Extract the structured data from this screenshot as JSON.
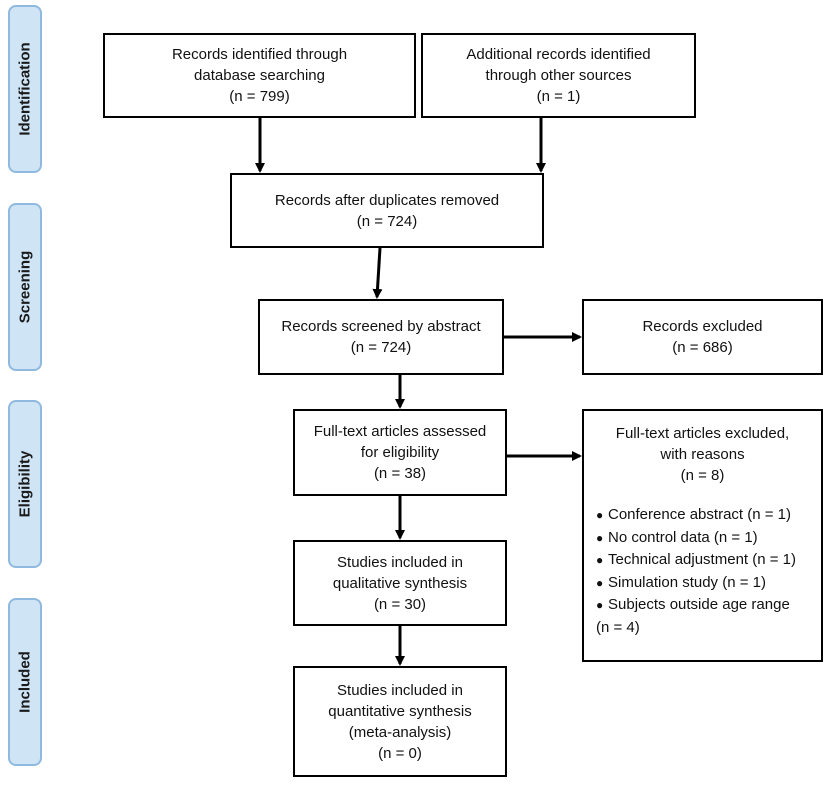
{
  "phases": {
    "identification": "Identification",
    "screening": "Screening",
    "eligibility": "Eligibility",
    "included": "Included"
  },
  "boxes": {
    "database_records": [
      "Records identified through",
      "database searching",
      "(n = 799)"
    ],
    "other_records": [
      "Additional records identified",
      "through other sources",
      "(n = 1)"
    ],
    "after_duplicates": [
      "Records after duplicates removed",
      "(n =  724)"
    ],
    "screened": [
      "Records screened by abstract",
      "(n = 724)"
    ],
    "excluded": [
      "Records excluded",
      "(n = 686)"
    ],
    "fulltext_assessed": [
      "Full-text articles assessed",
      "for eligibility",
      "(n = 38)"
    ],
    "fulltext_excluded": {
      "heading": [
        "Full-text articles excluded,",
        "with reasons",
        "(n = 8)"
      ],
      "reasons": [
        "Conference abstract (n = 1)",
        "No control data (n = 1)",
        "Technical adjustment (n = 1)",
        "Simulation study (n = 1)",
        "Subjects outside age range"
      ],
      "last_reason_continuation": "(n = 4)"
    },
    "qualitative": [
      "Studies included in",
      "qualitative synthesis",
      "(n =  30)"
    ],
    "quantitative": [
      "Studies included in",
      "quantitative synthesis",
      "(meta-analysis)",
      "(n = 0)"
    ]
  }
}
